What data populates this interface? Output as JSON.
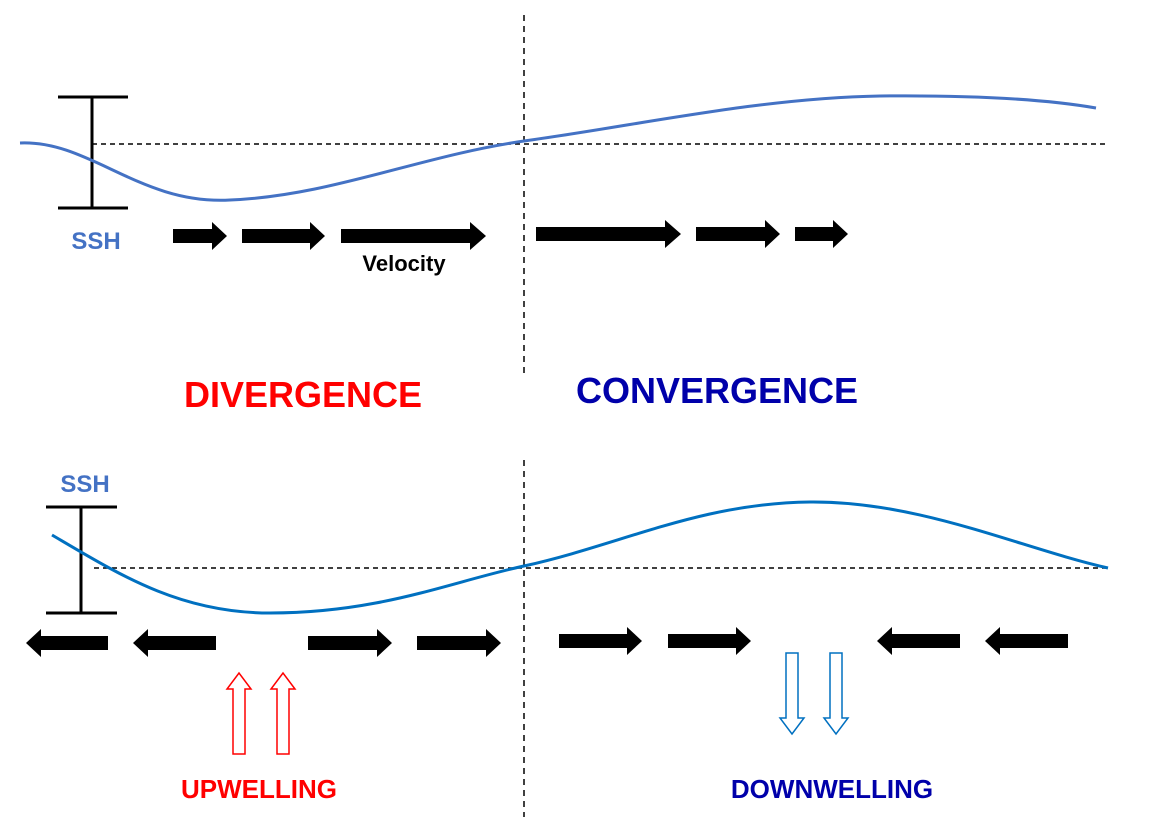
{
  "top_panel": {
    "ssh_label": "SSH",
    "velocity_label": "Velocity"
  },
  "regions": {
    "divergence": "DIVERGENCE",
    "convergence": "CONVERGENCE"
  },
  "bottom_panel": {
    "ssh_label": "SSH",
    "upwelling_label": "UPWELLING",
    "downwelling_label": "DOWNWELLING"
  },
  "colors": {
    "ssh_top": "#4472c4",
    "ssh_bottom": "#0070c0",
    "divergence": "#ff0000",
    "convergence": "#0000aa",
    "upwelling": "#ff0000",
    "downwelling": "#0000aa",
    "arrows": "#000000"
  }
}
